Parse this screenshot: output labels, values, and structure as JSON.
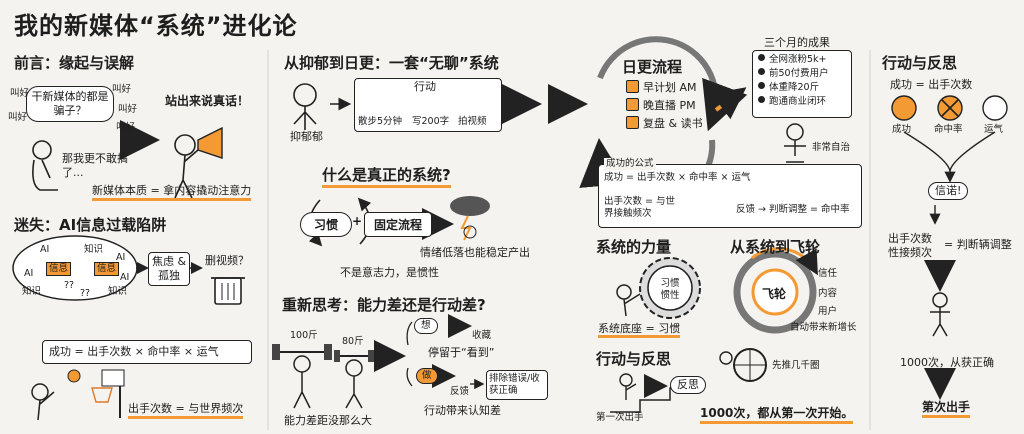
{
  "title": "我的新媒体“系统”进化论",
  "preface": {
    "heading": "前言：缘起与误解",
    "bubble": "干新媒体的都是骗子？",
    "crowd": [
      "叫好",
      "叫好",
      "叫好",
      "叫好",
      "叫好"
    ],
    "doubt": "那我更不敢搞了...",
    "stand_up": "站出来说真话！",
    "essence": "新媒体本质 = 拿内容撬动注意力"
  },
  "confusion": {
    "heading": "迷失：AI信息过载陷阱",
    "cloud_words": [
      "AI",
      "知识",
      "AI",
      "信息",
      "信息",
      "AI",
      "知识",
      "AI",
      "知识",
      "??",
      "??"
    ],
    "anxiety": "焦虑 & 孤独",
    "delete": "删视频？",
    "formula": "成功 = 出手次数 × 命中率 × 运气",
    "freq": "出手次数 = 与世界频次"
  },
  "depression": {
    "heading": "从抑郁到日更：一套“无聊”系统",
    "person": "抑郁郁",
    "action_label": "行动",
    "steps": [
      "散步5分钟",
      "写200字",
      "拍视频"
    ]
  },
  "system": {
    "heading": "什么是真正的系统?",
    "habit": "习惯",
    "plus": "+",
    "process": "固定流程",
    "mood": "情绪低落也能稳定产出",
    "note": "不是意志力，是惯性"
  },
  "rethink": {
    "heading": "重新思考：能力差还是行动差?",
    "weights": [
      "100斤",
      "80斤"
    ],
    "gap": "能力差距没那么大",
    "think": "想",
    "hide": "收藏",
    "stay": "停留于“看到”",
    "do": "做",
    "feedback": "反馈",
    "fix": "排除错误/收获正确",
    "result": "行动带来认知差"
  },
  "daily": {
    "heading": "日更流程",
    "items": [
      "早计划 AM",
      "晚直播 PM",
      "复盘 & 读书"
    ]
  },
  "results": {
    "heading": "三个月的成果",
    "items": [
      "全网涨粉5k+",
      "前50付费用户",
      "体重降20斤",
      "跑通商业闭环"
    ],
    "zen": "非常自治"
  },
  "formula_box": {
    "heading": "成功的公式",
    "formula": "成功 = 出手次数 × 命中率 × 运气",
    "freq": "出手次数 = 与世界接触频次",
    "feedback": "反馈 → 判断调整 = 命中率"
  },
  "power": {
    "heading": "系统的力量",
    "gear": "习惯 惯性",
    "base": "系统底座 = 习惯"
  },
  "flywheel": {
    "heading": "从系统到飞轮",
    "center": "飞轮",
    "labels": [
      "信任",
      "内容",
      "用户"
    ],
    "auto": "自动带来新增长",
    "push": "先推几千圈"
  },
  "action_mid": {
    "heading": "行动与反思",
    "reflect": "反思",
    "first": "第一次出手",
    "thousand": "1000次，都从第一次开始。"
  },
  "right": {
    "heading": "行动与反思",
    "formula": "成功 = 出手次数",
    "icons": [
      "成功",
      "命中率",
      "运气"
    ],
    "belief": "信诺!",
    "freq": "出手次数 性接频次",
    "judge": "= 判断辆调整",
    "thousand": "1000次，从获正确",
    "first": "第次出手"
  }
}
